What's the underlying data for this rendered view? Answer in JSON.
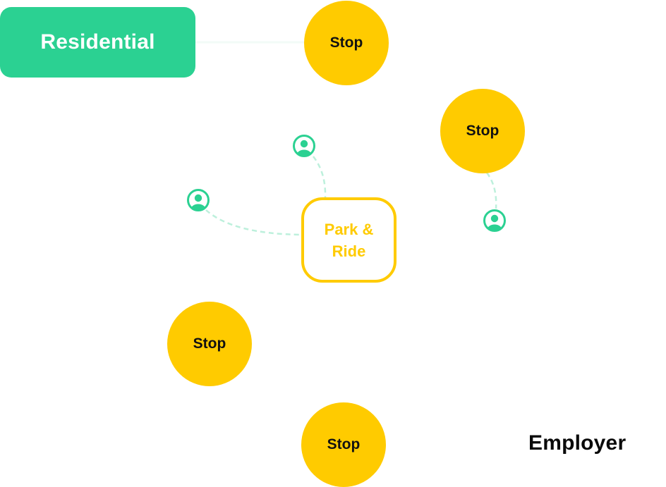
{
  "diagram": {
    "colors": {
      "residential": "#2bd192",
      "stop": "#ffcb00",
      "park_ride": "#ffcb00",
      "person": "#2bd192",
      "connector": "#bdf0dc",
      "employer_text": "#0a0a0a"
    },
    "residential": {
      "label": "Residential"
    },
    "park_ride": {
      "label": "Park & Ride"
    },
    "employer": {
      "label": "Employer"
    },
    "stops": [
      {
        "id": "stop-top",
        "label": "Stop"
      },
      {
        "id": "stop-right",
        "label": "Stop"
      },
      {
        "id": "stop-left",
        "label": "Stop"
      },
      {
        "id": "stop-bottom",
        "label": "Stop"
      }
    ],
    "people": [
      {
        "id": "person-top",
        "icon": "user-circle-icon",
        "connects_to": "Park & Ride"
      },
      {
        "id": "person-left",
        "icon": "user-circle-icon",
        "connects_to": "Park & Ride"
      },
      {
        "id": "person-right",
        "icon": "user-circle-icon",
        "connects_to": "Stop"
      }
    ],
    "connections": [
      {
        "from": "Residential",
        "to": "Stop",
        "style": "faint-solid"
      },
      {
        "from": "person-top",
        "to": "Park & Ride",
        "style": "dashed"
      },
      {
        "from": "person-left",
        "to": "Park & Ride",
        "style": "dashed"
      },
      {
        "from": "Stop",
        "to": "person-right",
        "style": "dashed"
      }
    ]
  }
}
